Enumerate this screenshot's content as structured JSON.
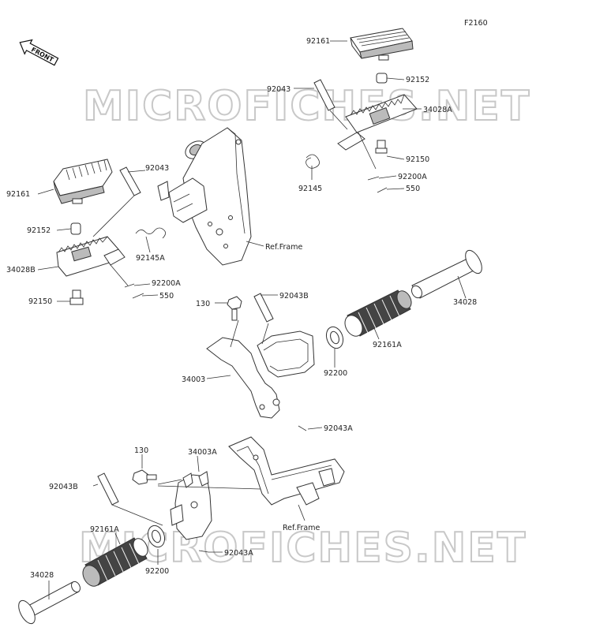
{
  "diagram_id": "F2160",
  "watermark": "MICROFICHES.NET",
  "front_badge": "FRONT",
  "labels": {
    "l_92161_r": "92161",
    "l_92152_r": "92152",
    "l_92043_r": "92043",
    "l_34028A": "34028A",
    "l_92150_r": "92150",
    "l_92200A_r": "92200A",
    "l_550_r": "550",
    "l_92145_r": "92145",
    "l_92043_l": "92043",
    "l_92161_l": "92161",
    "l_92152_l": "92152",
    "l_92145A": "92145A",
    "l_34028B": "34028B",
    "l_92200A_l": "92200A",
    "l_550_l": "550",
    "l_92150_l": "92150",
    "l_ref_frame_1": "Ref.Frame",
    "l_130_a": "130",
    "l_92043B_a": "92043B",
    "l_34028_r": "34028",
    "l_92161A_r": "92161A",
    "l_92200_a": "92200",
    "l_34003": "34003",
    "l_92043A_a": "92043A",
    "l_130_b": "130",
    "l_34003A": "34003A",
    "l_92043B_b": "92043B",
    "l_92161A_l": "92161A",
    "l_92200_b": "92200",
    "l_92043A_b": "92043A",
    "l_ref_frame_2": "Ref.Frame",
    "l_34028_l": "34028"
  }
}
